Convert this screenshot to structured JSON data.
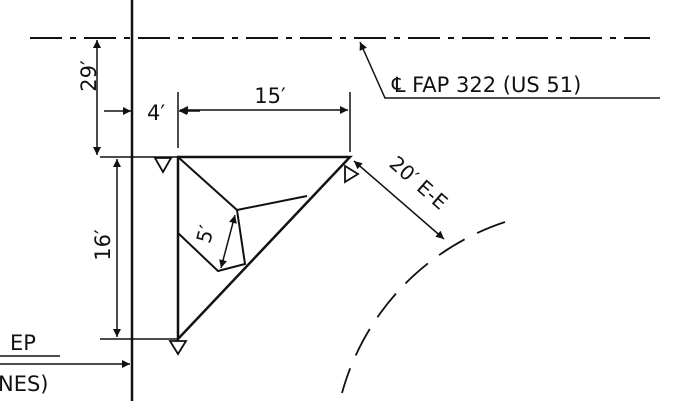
{
  "drawing": {
    "dimensions": {
      "offset_29": "29′",
      "offset_4": "4′",
      "width_15": "15′",
      "height_16": "16′",
      "inset_5": "5′",
      "diag_20": "20′ E-E"
    },
    "centerline_label": "℄ FAP 322 (US 51)",
    "edge_label": "EP",
    "lanes_label": "NES)",
    "colors": {
      "ink": "#111111",
      "paper": "#ffffff"
    }
  }
}
